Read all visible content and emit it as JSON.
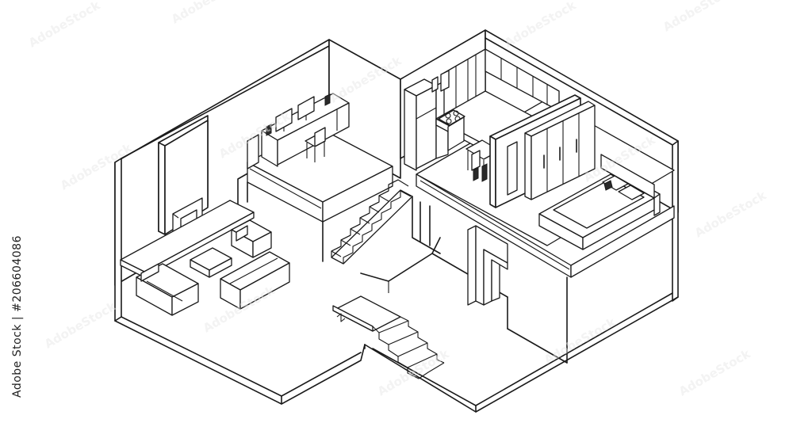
{
  "image": {
    "subject": "isometric cutaway line drawing of a two-level apartment",
    "line_color": "#1a1a1a",
    "background": "#ffffff"
  },
  "stock_id": "Adobe Stock | #206604086",
  "watermark": "AdobeStock"
}
